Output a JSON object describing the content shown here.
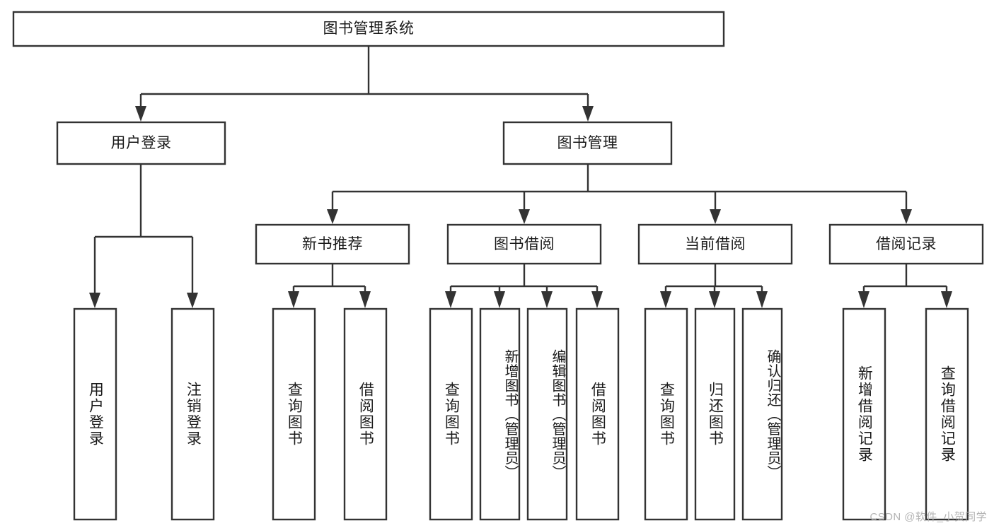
{
  "diagram": {
    "type": "tree-hierarchy-chart",
    "title": "图书管理系统",
    "watermark": "CSDN @软件_小贺同学",
    "colors": {
      "box_stroke": "#333333",
      "box_fill": "#ffffff",
      "text": "#1a1a1a",
      "background": "#ffffff",
      "watermark": "#b4b4b4"
    },
    "levels": {
      "root": {
        "label": "图书管理系统",
        "orientation": "horizontal"
      },
      "level1": [
        {
          "id": "user-login",
          "label": "用户登录",
          "orientation": "horizontal"
        },
        {
          "id": "book-management",
          "label": "图书管理",
          "orientation": "horizontal"
        }
      ],
      "level2": [
        {
          "id": "new-book-recommend",
          "label": "新书推荐",
          "orientation": "horizontal",
          "parent": "book-management"
        },
        {
          "id": "book-borrow",
          "label": "图书借阅",
          "orientation": "horizontal",
          "parent": "book-management"
        },
        {
          "id": "current-borrow",
          "label": "当前借阅",
          "orientation": "horizontal",
          "parent": "book-management"
        },
        {
          "id": "borrow-record",
          "label": "借阅记录",
          "orientation": "horizontal",
          "parent": "book-management"
        }
      ],
      "leaves": [
        {
          "id": "leaf-user-login",
          "label": "用户登录",
          "orientation": "vertical",
          "parent": "user-login"
        },
        {
          "id": "leaf-user-logout",
          "label": "注销登录",
          "orientation": "vertical",
          "parent": "user-login"
        },
        {
          "id": "leaf-query-book-1",
          "label": "查询图书",
          "orientation": "vertical",
          "parent": "new-book-recommend"
        },
        {
          "id": "leaf-borrow-book-1",
          "label": "借阅图书",
          "orientation": "vertical",
          "parent": "new-book-recommend"
        },
        {
          "id": "leaf-query-book-2",
          "label": "查询图书",
          "orientation": "vertical",
          "parent": "book-borrow"
        },
        {
          "id": "leaf-add-book",
          "label": "新增图书（管理员）",
          "orientation": "vertical",
          "parent": "book-borrow"
        },
        {
          "id": "leaf-edit-book",
          "label": "编辑图书（管理员）",
          "orientation": "vertical",
          "parent": "book-borrow"
        },
        {
          "id": "leaf-borrow-book-2",
          "label": "借阅图书",
          "orientation": "vertical",
          "parent": "book-borrow"
        },
        {
          "id": "leaf-query-book-3",
          "label": "查询图书",
          "orientation": "vertical",
          "parent": "current-borrow"
        },
        {
          "id": "leaf-return-book",
          "label": "归还图书",
          "orientation": "vertical",
          "parent": "current-borrow"
        },
        {
          "id": "leaf-confirm-return",
          "label": "确认归还（管理员）",
          "orientation": "vertical",
          "parent": "current-borrow"
        },
        {
          "id": "leaf-add-record",
          "label": "新增借阅记录",
          "orientation": "vertical",
          "parent": "borrow-record"
        },
        {
          "id": "leaf-query-record",
          "label": "查询借阅记录",
          "orientation": "vertical",
          "parent": "borrow-record"
        }
      ]
    }
  }
}
